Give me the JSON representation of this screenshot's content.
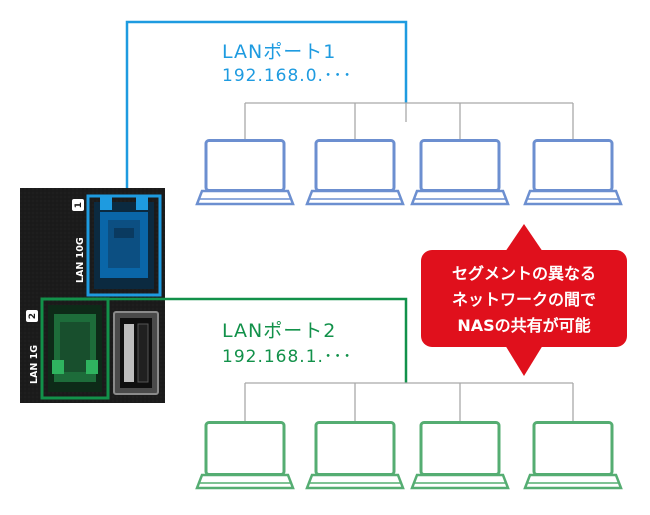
{
  "colors": {
    "lan1": "#1e9be0",
    "lan2": "#12914a",
    "tree": "#a9a9a9",
    "laptop1": "#6c8fd0",
    "laptop1_fill": "#ffffff",
    "laptop2": "#55ad72",
    "laptop2_fill": "#ffffff",
    "callout": "#e0101c",
    "device": "#1a1a1a"
  },
  "lan1": {
    "title": "LANポート1",
    "ip": "192.168.0.･･･"
  },
  "lan2": {
    "title": "LANポート2",
    "ip": "192.168.1.･･･"
  },
  "callout": {
    "line1": "セグメントの異なる",
    "line2": "ネットワークの間で",
    "line3": "NASの共有が可能"
  },
  "device": {
    "port1_label": "LAN 10G",
    "port1_number": "1",
    "port2_label": "LAN 1G",
    "port2_number": "2"
  }
}
